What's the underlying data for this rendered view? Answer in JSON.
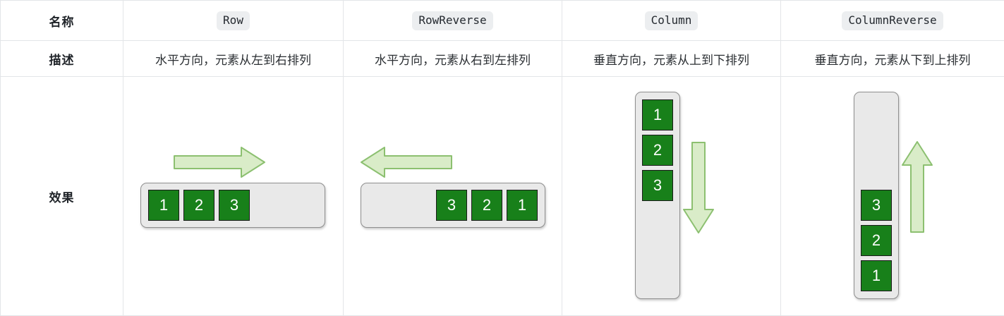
{
  "table": {
    "row_labels": [
      "名称",
      "描述",
      "效果"
    ],
    "columns": [
      {
        "key": "row",
        "name": "Row",
        "description": "水平方向，元素从左到右排列",
        "orientation": "horizontal",
        "arrow_direction": "right",
        "items": [
          "1",
          "2",
          "3"
        ],
        "alignment": "start"
      },
      {
        "key": "rowReverse",
        "name": "RowReverse",
        "description": "水平方向，元素从右到左排列",
        "orientation": "horizontal",
        "arrow_direction": "left",
        "items": [
          "3",
          "2",
          "1"
        ],
        "alignment": "end"
      },
      {
        "key": "column",
        "name": "Column",
        "description": "垂直方向，元素从上到下排列",
        "orientation": "vertical",
        "arrow_direction": "down",
        "items": [
          "1",
          "2",
          "3"
        ],
        "alignment": "start"
      },
      {
        "key": "columnReverse",
        "name": "ColumnReverse",
        "description": "垂直方向，元素从下到上排列",
        "orientation": "vertical",
        "arrow_direction": "up",
        "items": [
          "3",
          "2",
          "1"
        ],
        "alignment": "end"
      }
    ]
  },
  "colors": {
    "item_fill": "#18801a",
    "item_border": "#1b1b1b",
    "item_text": "#ffffff",
    "container_fill": "#e9e9e9",
    "container_border": "#8f8f8f",
    "arrow_fill": "#d9ecc8",
    "arrow_stroke": "#8cc070",
    "label_cell_bg": "#fafafa",
    "table_border": "#e3e5e8",
    "code_tag_bg": "#eceef0"
  }
}
